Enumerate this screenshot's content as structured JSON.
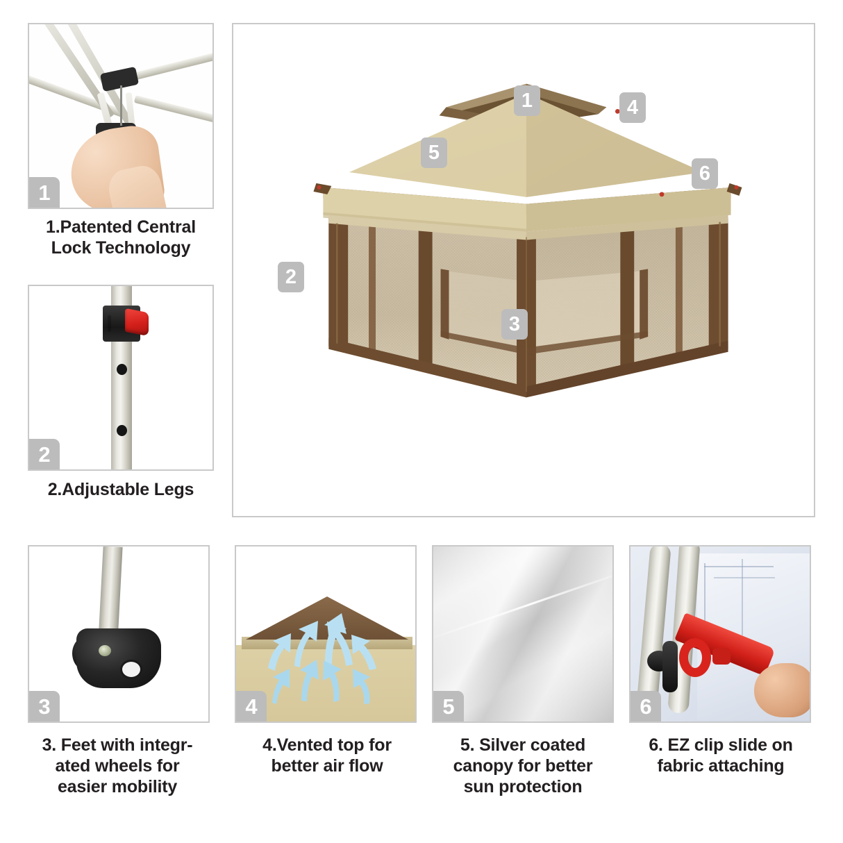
{
  "document": {
    "type": "product-feature-infographic",
    "product": "pop-up gazebo with mosquito netting",
    "background_color": "#ffffff",
    "frame_color": "#c9c9c9",
    "badge_color": "#bcbcbc",
    "caption_color": "#231f20"
  },
  "features": [
    {
      "number": "1",
      "badge": "1",
      "caption_lines": [
        "1.Patented Central",
        "Lock Technology"
      ],
      "caption": "1.Patented Central Lock Technology",
      "image_subject": "hand pushing central lock hub on gazebo frame"
    },
    {
      "number": "2",
      "badge": "2",
      "caption_lines": [
        "2.Adjustable Legs"
      ],
      "caption": "2.Adjustable Legs",
      "image_subject": "leg pole with red push-button height adjuster"
    },
    {
      "number": "3",
      "badge": "3",
      "caption_lines": [
        "3. Feet with integr-",
        "ated wheels for",
        "easier mobility"
      ],
      "caption": "3. Feet with integrated wheels for easier mobility",
      "image_subject": "black foot with integrated caster wheel"
    },
    {
      "number": "4",
      "badge": "4",
      "caption_lines": [
        "4.Vented top for",
        "better air flow"
      ],
      "caption": "4.Vented top for better air flow",
      "image_subject": "vented canopy top with blue air flow arrows"
    },
    {
      "number": "5",
      "badge": "5",
      "caption_lines": [
        "5. Silver coated",
        "canopy for better",
        "sun protection"
      ],
      "caption": "5. Silver coated canopy for better sun protection",
      "image_subject": "silver coated canopy fabric close-up"
    },
    {
      "number": "6",
      "badge": "6",
      "caption_lines": [
        "6. EZ clip slide on",
        "fabric attaching"
      ],
      "caption": "6. EZ clip slide on fabric attaching",
      "image_subject": "red EZ clip sliding onto pole to attach fabric"
    }
  ],
  "main_image": {
    "subject": "beige and brown pop-up gazebo with mesh mosquito net walls",
    "callout_tags": [
      {
        "label": "1",
        "target": "central lock at canopy peak"
      },
      {
        "label": "2",
        "target": "adjustable leg"
      },
      {
        "label": "3",
        "target": "foot with wheel"
      },
      {
        "label": "4",
        "target": "vented top"
      },
      {
        "label": "5",
        "target": "silver coated canopy"
      },
      {
        "label": "6",
        "target": "EZ clip on fabric"
      }
    ],
    "colors": {
      "canopy_beige": "#d9cca4",
      "canopy_shade": "#cbbc8f",
      "trim_brown": "#6b4f33",
      "post_brown": "#6d4c2f",
      "mesh": "#cdc0a8"
    }
  }
}
